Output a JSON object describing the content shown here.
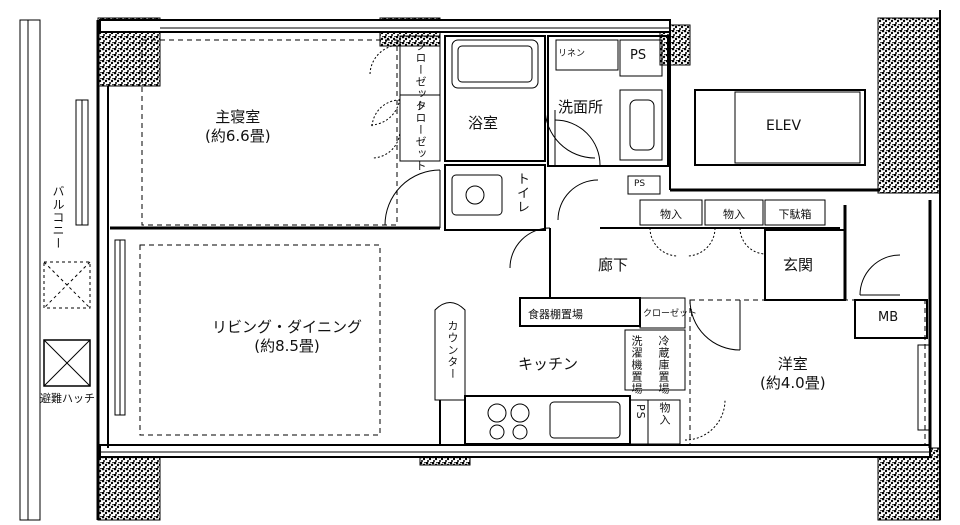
{
  "rooms": {
    "master_bedroom": {
      "name": "主寝室",
      "size": "(約6.6畳)"
    },
    "living_dining": {
      "name": "リビング・ダイニング",
      "size": "(約8.5畳)"
    },
    "western_room": {
      "name": "洋室",
      "size": "(約4.0畳)"
    },
    "bath": {
      "name": "浴室"
    },
    "washroom": {
      "name": "洗面所"
    },
    "toilet": {
      "name": "トイレ"
    },
    "hallway": {
      "name": "廊下"
    },
    "entrance": {
      "name": "玄関"
    },
    "kitchen": {
      "name": "キッチン"
    },
    "elevator": {
      "name": "ELEV"
    }
  },
  "labels": {
    "balcony": "バルコニー",
    "evac_hatch": "避難ハッチ",
    "closet_1": "クローゼット",
    "closet_2": "クローゼット",
    "storage_1": "物入",
    "storage_2": "物入",
    "storage_3": "物入",
    "shoe_storage": "下駄箱",
    "mb": "MB",
    "ps_top": "PS",
    "ps_small": "PS",
    "ps_kitchen": "PS",
    "counter": "カウンター",
    "appliance_space": "食器棚置場",
    "washer_space": "洗濯機置場",
    "fridge_space": "冷蔵庫置場",
    "linen": "リネン",
    "closet_small": "クローゼット"
  }
}
